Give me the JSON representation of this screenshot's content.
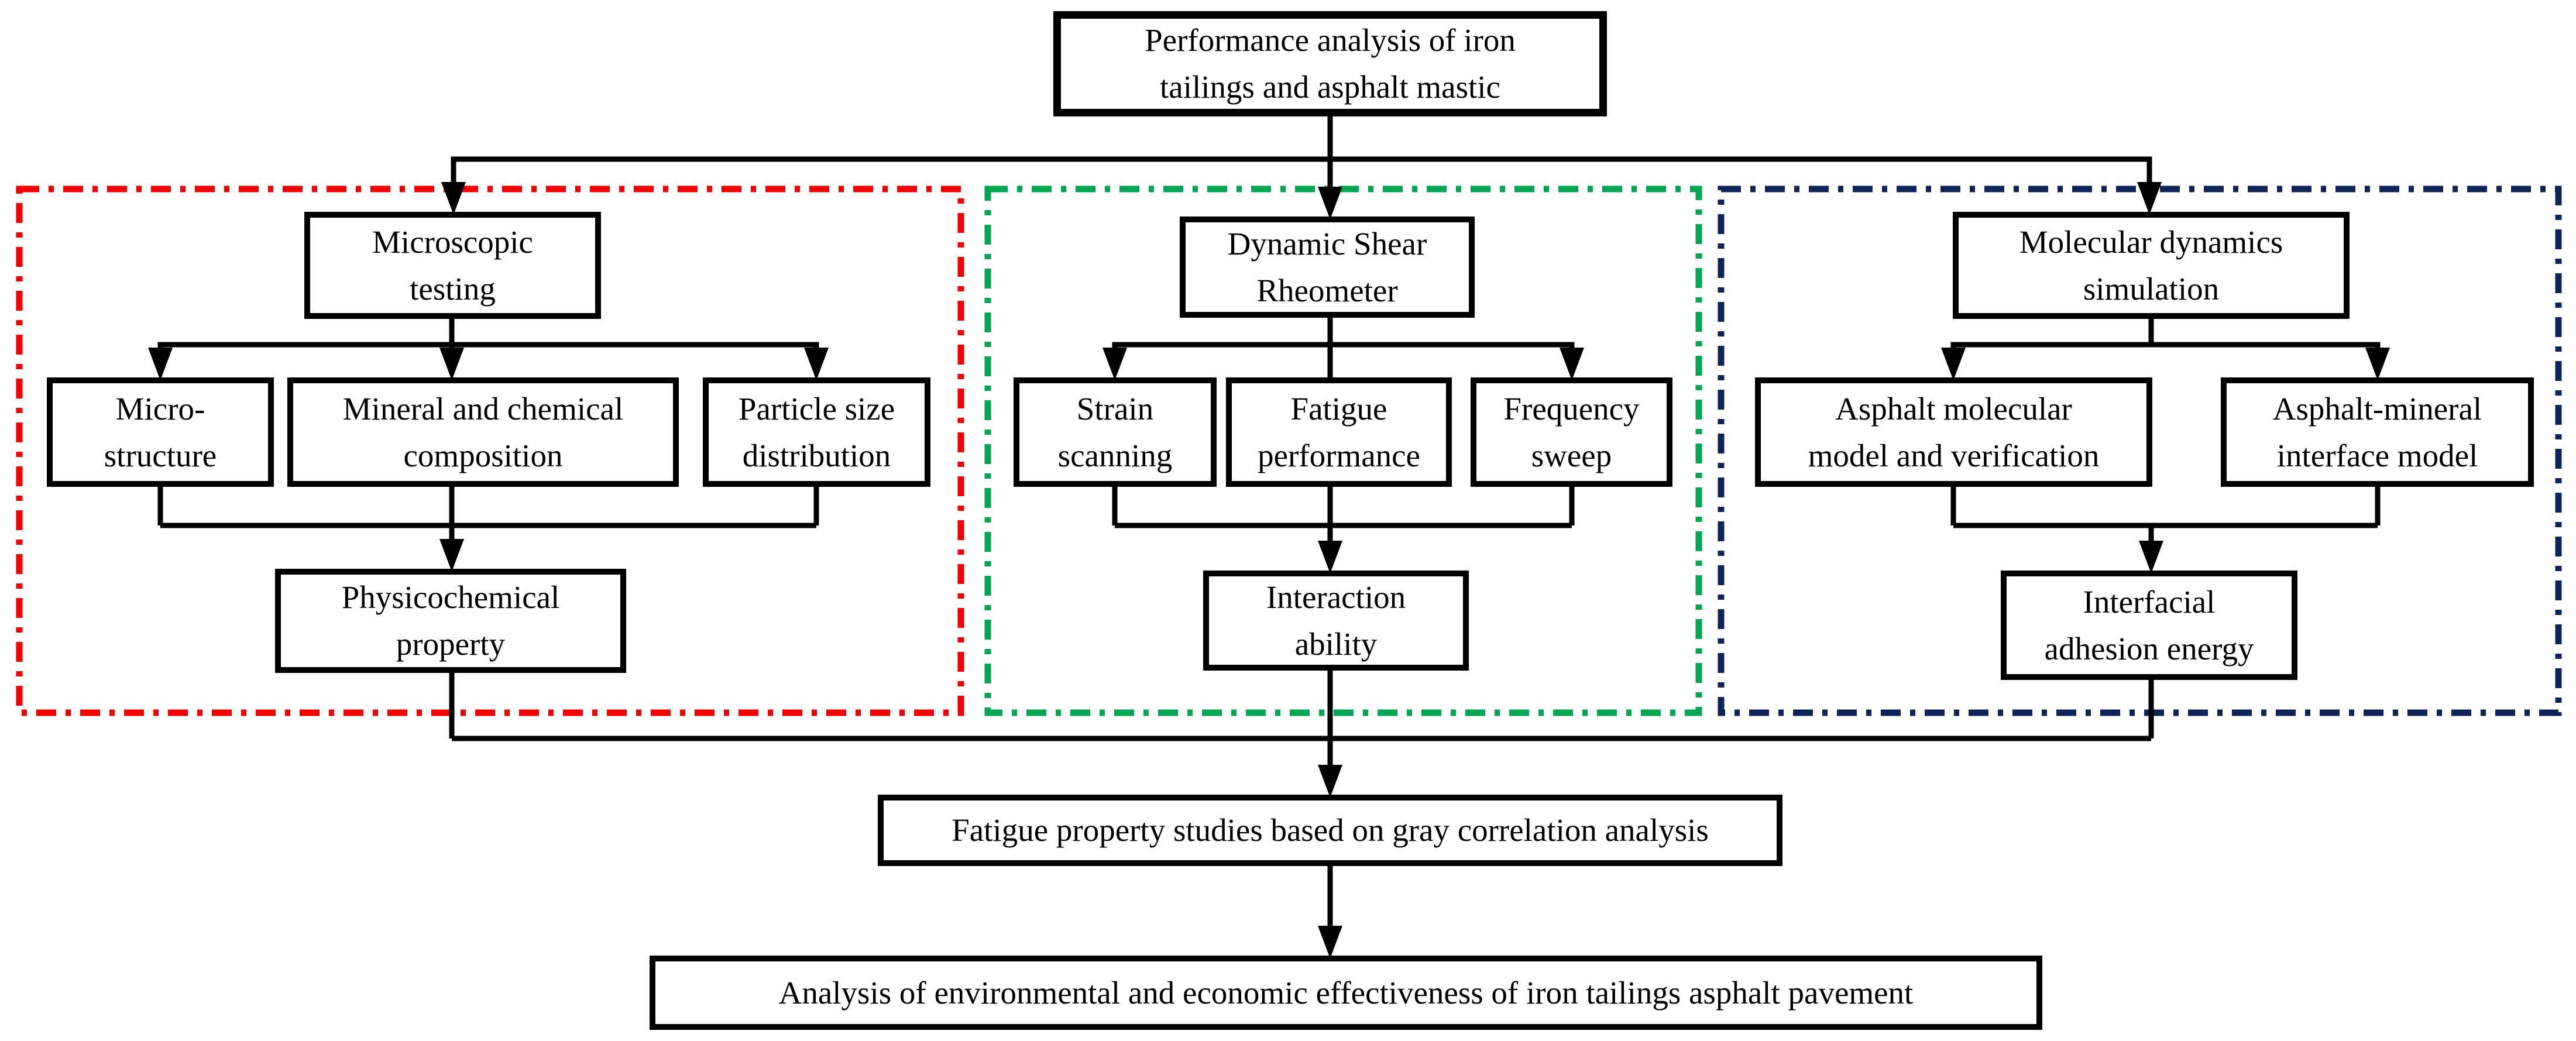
{
  "page": {
    "background": "#ffffff",
    "line_color": "#000000"
  },
  "diagram": {
    "root": {
      "label": "Performance analysis of iron\ntailings and asphalt mastic"
    },
    "groups": [
      {
        "id": "microscopic-testing",
        "outline_color": "#f40000",
        "outline_style": "dash-dot",
        "header": "Microscopic\ntesting",
        "children": [
          "Micro-\nstructure",
          "Mineral and chemical\ncomposition",
          "Particle size\ndistribution"
        ],
        "result": "Physicochemical\nproperty"
      },
      {
        "id": "dynamic-shear-rheometer",
        "outline_color": "#00a651",
        "outline_style": "dash-dot",
        "header": "Dynamic Shear\nRheometer",
        "children": [
          "Strain\nscanning",
          "Fatigue\nperformance",
          "Frequency\nsweep"
        ],
        "result": "Interaction\nability"
      },
      {
        "id": "molecular-dynamics-simulation",
        "outline_color": "#0e2459",
        "outline_style": "dash-dot",
        "header": "Molecular dynamics\nsimulation",
        "children": [
          "Asphalt molecular\nmodel and verification",
          "Asphalt-mineral\ninterface model"
        ],
        "result": "Interfacial\nadhesion energy"
      }
    ],
    "synthesis": "Fatigue property studies based on gray correlation analysis",
    "conclusion": "Analysis of environmental and economic effectiveness of iron tailings asphalt pavement"
  }
}
